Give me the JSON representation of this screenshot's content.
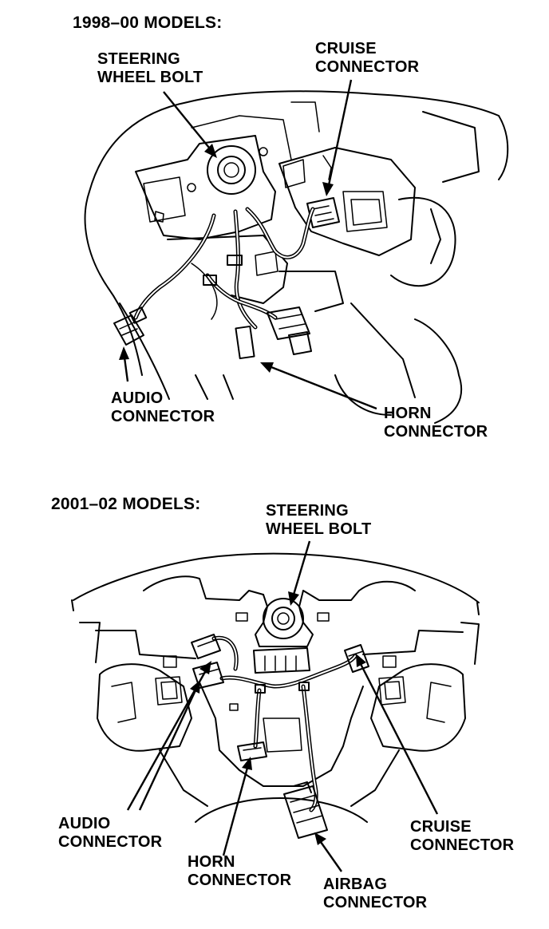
{
  "figure_1": {
    "heading": "1998–00 MODELS:",
    "labels": {
      "steering_wheel_bolt": [
        "STEERING",
        "WHEEL BOLT"
      ],
      "cruise_connector": [
        "CRUISE",
        "CONNECTOR"
      ],
      "audio_connector": [
        "AUDIO",
        "CONNECTOR"
      ],
      "horn_connector": [
        "HORN",
        "CONNECTOR"
      ]
    }
  },
  "figure_2": {
    "heading": "2001–02 MODELS:",
    "labels": {
      "steering_wheel_bolt": [
        "STEERING",
        "WHEEL BOLT"
      ],
      "audio_connector": [
        "AUDIO",
        "CONNECTOR"
      ],
      "horn_connector": [
        "HORN",
        "CONNECTOR"
      ],
      "cruise_connector": [
        "CRUISE",
        "CONNECTOR"
      ],
      "airbag_connector": [
        "AIRBAG",
        "CONNECTOR"
      ]
    }
  }
}
